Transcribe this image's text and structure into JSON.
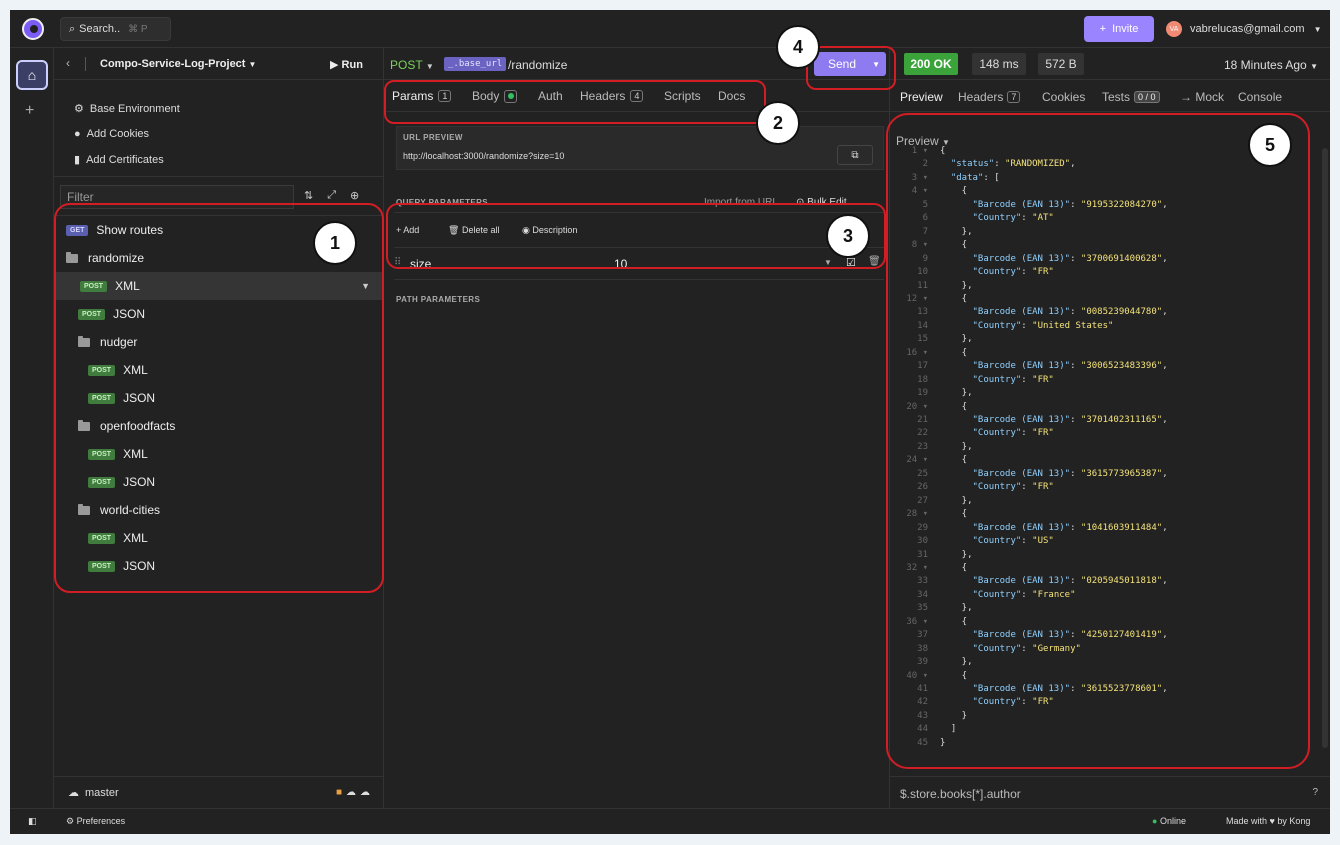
{
  "topbar": {
    "search_label": "Search..",
    "search_shortcut": "⌘ P",
    "invite_label": "Invite",
    "avatar_initials": "VA",
    "email": "vabrelucas@gmail.com"
  },
  "sidebar": {
    "project_name": "Compo-Service-Log-Project",
    "run_label": "Run",
    "menu": [
      "Base Environment",
      "Add Cookies",
      "Add Certificates"
    ],
    "filter_placeholder": "Filter",
    "tree": [
      {
        "type": "request",
        "method": "GET",
        "label": "Show routes",
        "indent": 0
      },
      {
        "type": "folder",
        "label": "randomize",
        "indent": 0
      },
      {
        "type": "request",
        "method": "POST",
        "label": "XML",
        "indent": 1,
        "selected": true
      },
      {
        "type": "request",
        "method": "POST",
        "label": "JSON",
        "indent": 1
      },
      {
        "type": "folder",
        "label": "nudger",
        "indent": 1
      },
      {
        "type": "request",
        "method": "POST",
        "label": "XML",
        "indent": 2
      },
      {
        "type": "request",
        "method": "POST",
        "label": "JSON",
        "indent": 2
      },
      {
        "type": "folder",
        "label": "openfoodfacts",
        "indent": 1
      },
      {
        "type": "request",
        "method": "POST",
        "label": "XML",
        "indent": 2
      },
      {
        "type": "request",
        "method": "POST",
        "label": "JSON",
        "indent": 2
      },
      {
        "type": "folder",
        "label": "world-cities",
        "indent": 1
      },
      {
        "type": "request",
        "method": "POST",
        "label": "XML",
        "indent": 2
      },
      {
        "type": "request",
        "method": "POST",
        "label": "JSON",
        "indent": 2
      }
    ],
    "branch": "master"
  },
  "request": {
    "method": "POST",
    "base_url_tag": "_.base_url",
    "path": "/randomize",
    "send_label": "Send",
    "tabs": [
      {
        "label": "Params",
        "count": "1"
      },
      {
        "label": "Body",
        "dot": true
      },
      {
        "label": "Auth"
      },
      {
        "label": "Headers",
        "count": "4"
      },
      {
        "label": "Scripts"
      },
      {
        "label": "Docs"
      }
    ],
    "url_preview_label": "URL PREVIEW",
    "url_preview": "http://localhost:3000/randomize?size=10",
    "query_params_label": "QUERY PARAMETERS",
    "import_from_url": "Import from URL",
    "bulk_edit": "Bulk Edit",
    "add_label": "Add",
    "delete_all_label": "Delete all",
    "description_label": "Description",
    "param_name": "size",
    "param_value": "10",
    "path_params_label": "PATH PARAMETERS"
  },
  "response": {
    "status": "200 OK",
    "time": "148 ms",
    "size": "572 B",
    "ago": "18 Minutes Ago",
    "tabs": [
      {
        "label": "Preview"
      },
      {
        "label": "Headers",
        "count": "7"
      },
      {
        "label": "Cookies"
      },
      {
        "label": "Tests",
        "count": "0 / 0"
      },
      {
        "label": "→ Mock"
      },
      {
        "label": "Console"
      }
    ],
    "preview_label": "Preview",
    "status_value": "RANDOMIZED",
    "items": [
      {
        "barcode": "9195322084270",
        "country": "AT"
      },
      {
        "barcode": "3700691400628",
        "country": "FR"
      },
      {
        "barcode": "0085239044780",
        "country": "United States"
      },
      {
        "barcode": "3006523483396",
        "country": "FR"
      },
      {
        "barcode": "3701402311165",
        "country": "FR"
      },
      {
        "barcode": "3615773965387",
        "country": "FR"
      },
      {
        "barcode": "1041603911484",
        "country": "US"
      },
      {
        "barcode": "0205945011818",
        "country": "France"
      },
      {
        "barcode": "4250127401419",
        "country": "Germany"
      },
      {
        "barcode": "3615523778601",
        "country": "FR"
      }
    ],
    "jsonpath_placeholder": "$.store.books[*].author"
  },
  "footer": {
    "preferences": "Preferences",
    "online": "Online",
    "made_with": "Made with ♥ by Kong"
  },
  "annotations": [
    "1",
    "2",
    "3",
    "4",
    "5"
  ]
}
